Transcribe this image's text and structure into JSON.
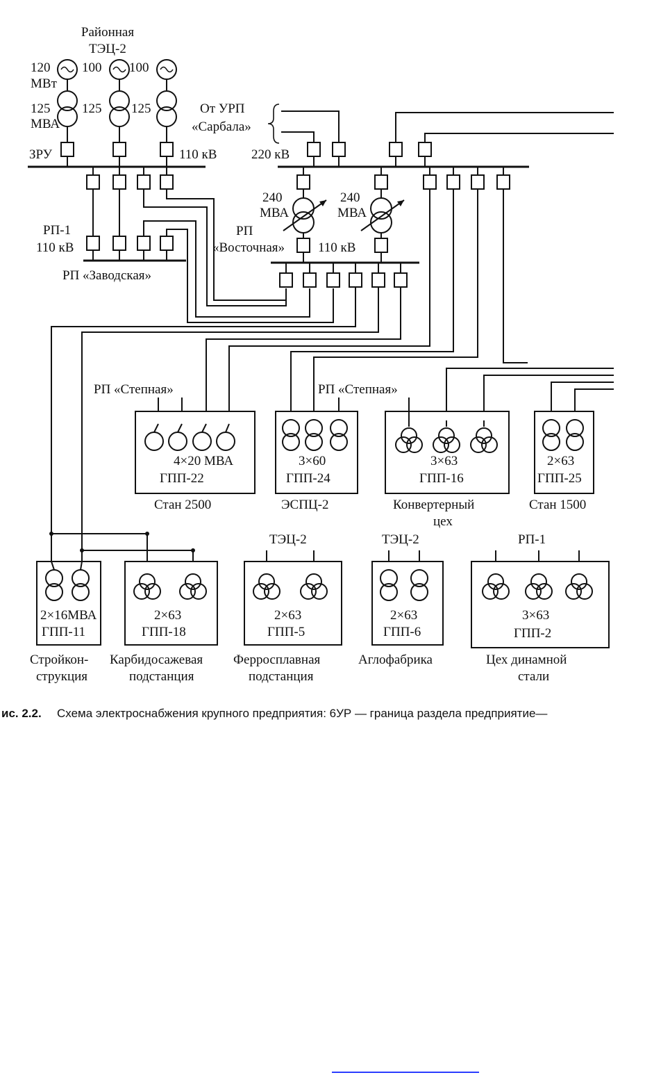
{
  "plant": {
    "title_line1": "Районная",
    "title_line2": "ТЭЦ-2",
    "gen1_power": "120",
    "gen1_unit": "МВт",
    "gen2_power": "100",
    "gen3_power": "100",
    "tr1_rating": "125",
    "tr1_unit": "МВА",
    "tr2_rating": "125",
    "tr3_rating": "125",
    "bus_name": "ЗРУ",
    "bus_voltage": "110 кВ"
  },
  "urp": {
    "line1": "От УРП",
    "line2": "«Сарбала»",
    "bus_voltage": "220 кВ"
  },
  "rp_east": {
    "t1_rating": "240",
    "t1_unit": "МВА",
    "t2_rating": "240",
    "t2_unit": "МВА",
    "name1": "РП",
    "name2": "«Восточная»",
    "bus_voltage": "110 кВ"
  },
  "rp1": {
    "name": "РП-1",
    "voltage": "110 кВ",
    "name2": "РП «Заводская»"
  },
  "top_row": {
    "rp_steppe_a": "РП «Степная»",
    "rp_steppe_b": "РП «Степная»",
    "gpp22": {
      "rating": "4×20 МВА",
      "name": "ГПП-22",
      "load": "Стан 2500"
    },
    "gpp24": {
      "rating": "3×60",
      "name": "ГПП-24",
      "load": "ЭСПЦ-2"
    },
    "gpp16": {
      "rating": "3×63",
      "name": "ГПП-16",
      "load1": "Конвертерный",
      "load2": "цех"
    },
    "gpp25": {
      "rating": "2×63",
      "name": "ГПП-25",
      "load": "Стан 1500"
    }
  },
  "bottom_row": {
    "tec_a": "ТЭЦ-2",
    "tec_b": "ТЭЦ-2",
    "rp1_src": "РП-1",
    "gpp11": {
      "rating": "2×16МВА",
      "name": "ГПП-11",
      "load1": "Стройкон-",
      "load2": "струкция"
    },
    "gpp18": {
      "rating": "2×63",
      "name": "ГПП-18",
      "load1": "Карбидосажевая",
      "load2": "подстанция"
    },
    "gpp5": {
      "rating": "2×63",
      "name": "ГПП-5",
      "load1": "Ферросплавная",
      "load2": "подстанция"
    },
    "gpp6": {
      "rating": "2×63",
      "name": "ГПП-6",
      "load1": "Аглофабрика"
    },
    "gpp2": {
      "rating": "3×63",
      "name": "ГПП-2",
      "load1": "Цех динамной",
      "load2": "стали"
    }
  },
  "caption": {
    "prefix": "ис. 2.2.",
    "text": "Схема электроснабжения крупного предприятия: 6УР — граница раздела предприятие—"
  }
}
